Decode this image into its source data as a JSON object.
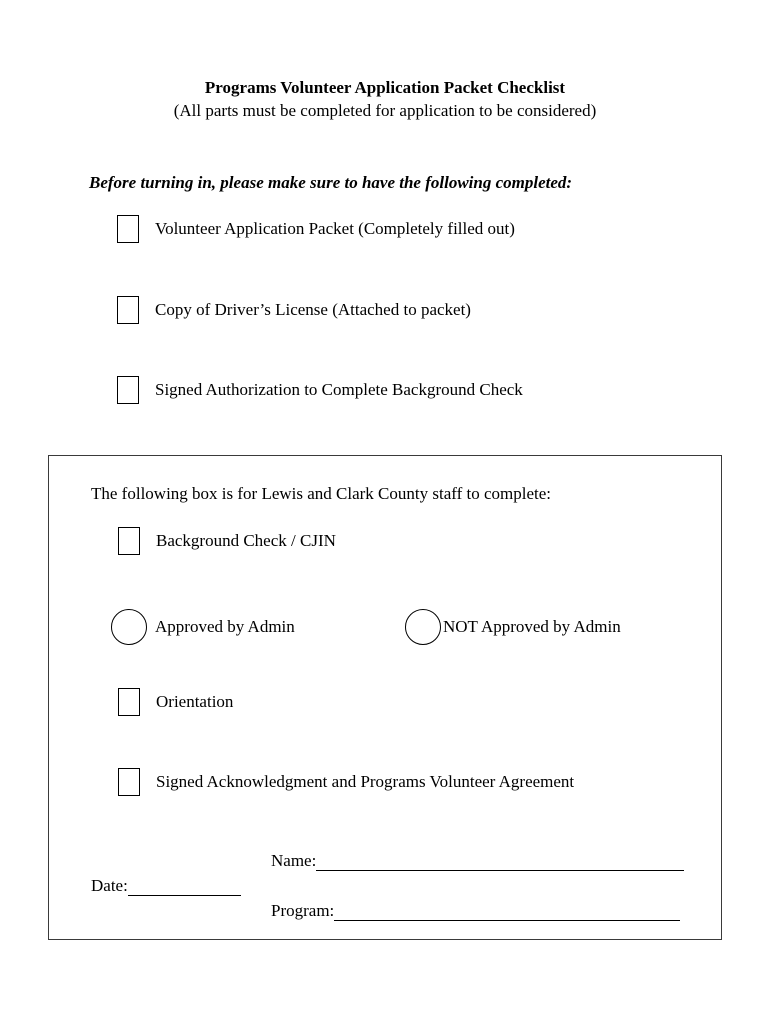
{
  "page": {
    "title": "Programs Volunteer Application Packet Checklist",
    "subtitle": "(All parts must be completed for application to be considered)"
  },
  "instructions": {
    "heading": "Before turning in, please make sure to have the following completed:"
  },
  "checklist": {
    "items": [
      {
        "label": "Volunteer Application Packet (Completely filled out)"
      },
      {
        "label": "Copy of Driver’s License (Attached to packet)"
      },
      {
        "label": "Signed Authorization to Complete Background Check"
      }
    ]
  },
  "staff_box": {
    "heading": "The following box is for Lewis and Clark County staff to complete:",
    "background_check_item": {
      "label": "Background Check / CJIN"
    },
    "radio_options": [
      {
        "label": "Approved by Admin"
      },
      {
        "label": "NOT Approved by Admin"
      }
    ],
    "orientation_item": {
      "label": "Orientation"
    },
    "acknowledgment_item": {
      "label": "Signed Acknowledgment and Programs Volunteer Agreement"
    },
    "fields": {
      "name_label": "Name:",
      "name_value": "",
      "date_label": "Date:",
      "date_value": "",
      "program_label": "Program:",
      "program_value": ""
    }
  }
}
